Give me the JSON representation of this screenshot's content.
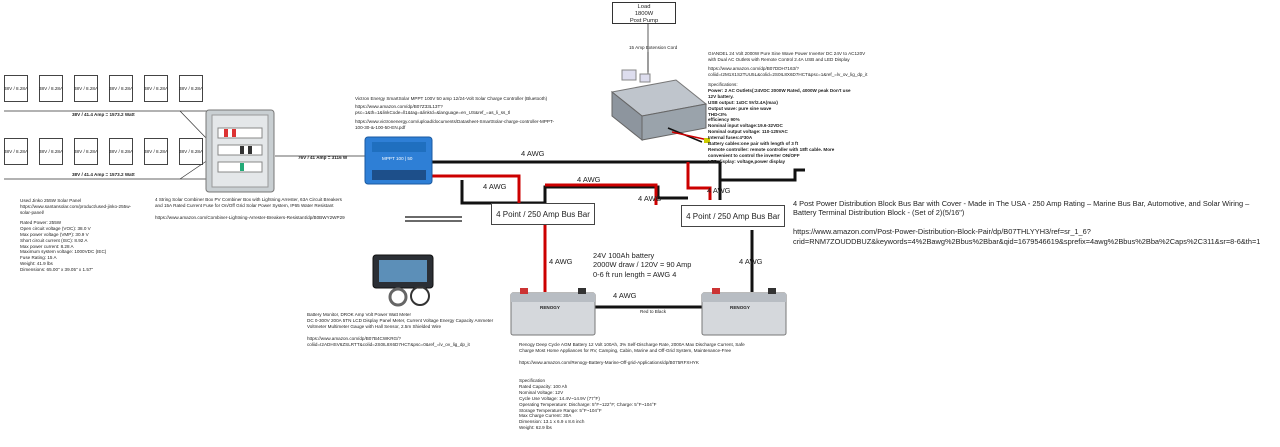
{
  "colors": {
    "positive": "#cc0000",
    "negative": "#111111",
    "combiner": "#c9cfd2",
    "controller": "#2e7fd6",
    "inverter": "#9aa3ab",
    "battery": "#d5d8dc"
  },
  "panels": {
    "row1": [
      "38V / 8.28A",
      "38V / 8.28A",
      "38V / 8.28A",
      "38V / 8.28A",
      "38V / 8.28A",
      "38V / 8.28A"
    ],
    "row1_total": "38V / 41.4 Amp = 1573.2 Watt",
    "row2": [
      "38V / 8.28A",
      "38V / 8.28A",
      "38V / 8.28A",
      "38V / 8.28A",
      "38V / 8.28A",
      "38V / 8.28A"
    ],
    "row2_total": "38V / 41.4 Amp = 1573.2 Watt"
  },
  "panel_info": {
    "title": "Used Jinko 255W Solar Panel\nhttps://www.santansolar.com/product/used-jinko-255w-\nsolar-panel/",
    "specs": "Rated Power: 255W\nOpen circuit voltage (VOC): 38.0 V\nMax power voltage (VMP): 30.9 V\nShort circuit current (ISC): 8.92 A\nMax power current: 8.28 A\nMaximum system voltage: 1000VDC (IEC)\nFuse Rating: 15 A\nWeight: 41.9 lbs\nDimensions: 65.00\" x 39.05\" x 1.57\""
  },
  "combiner": {
    "desc": "4 String Solar Combiner Box PV Combiner Box with Lightning Arrester, 63A Circuit Breakers\nand 15A Rated Current Fuse for On/Off Grid Solar Power System, IP65 Water Resistant\n\nhttps://www.amazon.com/Combiner-Lightning-Arrester-Breakers-Resistant/dp/B0BWY2WP29",
    "output": "76V / 41 Amp = 3116 W"
  },
  "controller": {
    "title": "Victron Energy SmartSolar MPPT 100V 50 amp 12/24-Volt Solar Charge Controller (Bluetooth)",
    "link1": "https://www.amazon.com/dp/B07Z33L13T?\npsc=1&th=1&linkCode=ll1&tag=&linkId=&language=en_US&ref_=as_li_ss_tl",
    "link2": "https://www.victronenergy.com/upload/documents/Datasheet-SmartSolar-charge-controller-MPPT-\n100-30-&-100-50-EN.pdf",
    "device_label": "MPPT 100 | 50"
  },
  "load": {
    "text": "Load\n1800W\nPost Pump"
  },
  "extension_cord": "15 Amp Extension Cord",
  "inverter": {
    "title": "GIANDEL 24 Volt 2000W Pure Sine Wave Power Inverter DC 24V to AC120V\nwith Dual AC Outlets with Remote Control 2.4A USB and LED Display",
    "link": "https://www.amazon.com/dp/B07DDH7163/?\ncoliid=I2M1X1S2TUU5L&colid=2S0IL8X6D7HCT&psc=1&ref_=lv_ov_lig_dp_it",
    "specs_header": "Specifications:",
    "specs": "Power: 2 AC Outlets(:24VDC 2000W Rated, 4000W peak Don't use\n12V battery.\nUSB output: 1xDC 5V/2.4A(max)\nOutput wave: pure sine wave\nTHD<3%\nefficiency 90%\nNominal input voltage:19.6-32VDC\nNominal output voltage: 110-125VAC\nInternal fuses:4*30A\nBattery cables:one pair with length of 3 ft\nRemote controller: remote controller with 18ft cable. More\nconvenient to control the inverter ON/OFF\nLED display: voltage,power display"
  },
  "busbars": {
    "left": "4 Point / 250 Amp Bus Bar",
    "right": "4 Point / 250 Amp Bus Bar"
  },
  "busbar_info": "4 Post Power Distribution Block Bus Bar with Cover - Made in The USA - 250 Amp Rating – Marine Bus Bar, Automotive, and Solar Wiring –\nBattery Terminal Distribution Block - (Set of 2)(5/16\")\n\nhttps://www.amazon.com/Post-Power-Distribution-Block-Pair/dp/B07THLYYH3/ref=sr_1_6?\ncrid=RNM7ZOUDDBUZ&keywords=4%2Bawg%2Bbus%2Bbar&qid=1679546619&sprefix=4awg%2Bbus%2Bba%2Caps%2C311&sr=8-6&th=1",
  "awg": {
    "top": "4 AWG",
    "ctrl_to_bus": "4 AWG",
    "mid": "4 AWG",
    "inv_to_bus": "4 AWG",
    "left_down": "4 AWG",
    "right_down": "4 AWG",
    "batt_link": "4 AWG"
  },
  "battery_note": "24V 100Ah battery\n2000W draw / 120V = 90 Amp\n0-6 ft run length = AWG 4",
  "red_to_black": "Red to Black",
  "monitor": {
    "desc": "Battery Monitor, DROK Amp Volt Power Watt Meter\nDC 0-300V 200A 5TN LCD Display Panel Meter, Current Voltage Energy Capacity Ammeter\nVoltmeter Multimeter Gauge with Hall Sensor, 2.5m Shielded Wire",
    "link": "https://www.amazon.com/dp/B07B4CWKRG/?\ncoliid=I2ADHSV6ZSLRTT&colid=2S0IL8X6D7HCT&psc=0&ref_=lv_ov_lig_dp_it"
  },
  "battery": {
    "desc": "Renogy Deep Cycle AGM Battery 12 Volt 100Ah, 3% Self-Discharge Rate, 2000A Max Discharge Current, Safe\nCharge Most Home Appliances for RV, Camping, Cabin, Marine and Off-Grid System, Maintenance-Free",
    "link": "https://www.amazon.com/Renogy-Battery-Marine-Off-grid-Applications/dp/B075RFXHYK",
    "spec_header": "Specification",
    "specs": "Rated Capacity: 100 Ah\nNominal Voltage: 12V\nCycle Use Voltage: 14.4V~14.9V (77°F)\nOperating Temperature: Discharge: 5°F~122°F; Charge: 5°F~104°F\nStorage Temperature Range: 5°F~104°F\nMax Charge Current: 30A\nDimension: 13.1 x 6.9 x 8.6 inch\nWeight: 62.9 lbs",
    "brand": "RENOGY"
  }
}
